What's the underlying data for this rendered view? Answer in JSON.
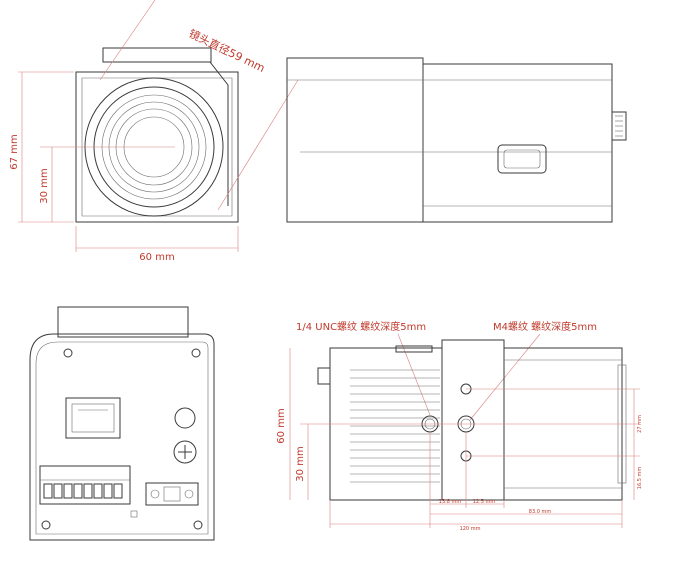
{
  "front_view": {
    "lens_diameter_label": "镜头直径59 mm",
    "height_label": "67 mm",
    "center_height_label": "30 mm",
    "width_label": "60 mm"
  },
  "side_view_top": {},
  "rear_view": {},
  "side_view_bottom": {
    "unc_thread_label": "1/4 UNC螺纹 螺纹深度5mm",
    "m4_thread_label": "M4螺纹 螺纹深度5mm",
    "height_label": "60 mm",
    "center_height_label": "30 mm",
    "dim_13_8": "13.8 mm",
    "dim_12_5": "12.5 mm",
    "dim_83": "83.0 mm",
    "dim_120": "120 mm",
    "dim_27": "27 mm",
    "dim_16_5": "16.5 mm"
  },
  "colors": {
    "line": "#3a3a3a",
    "dimension": "#c0392b",
    "guide": "#d98080"
  }
}
